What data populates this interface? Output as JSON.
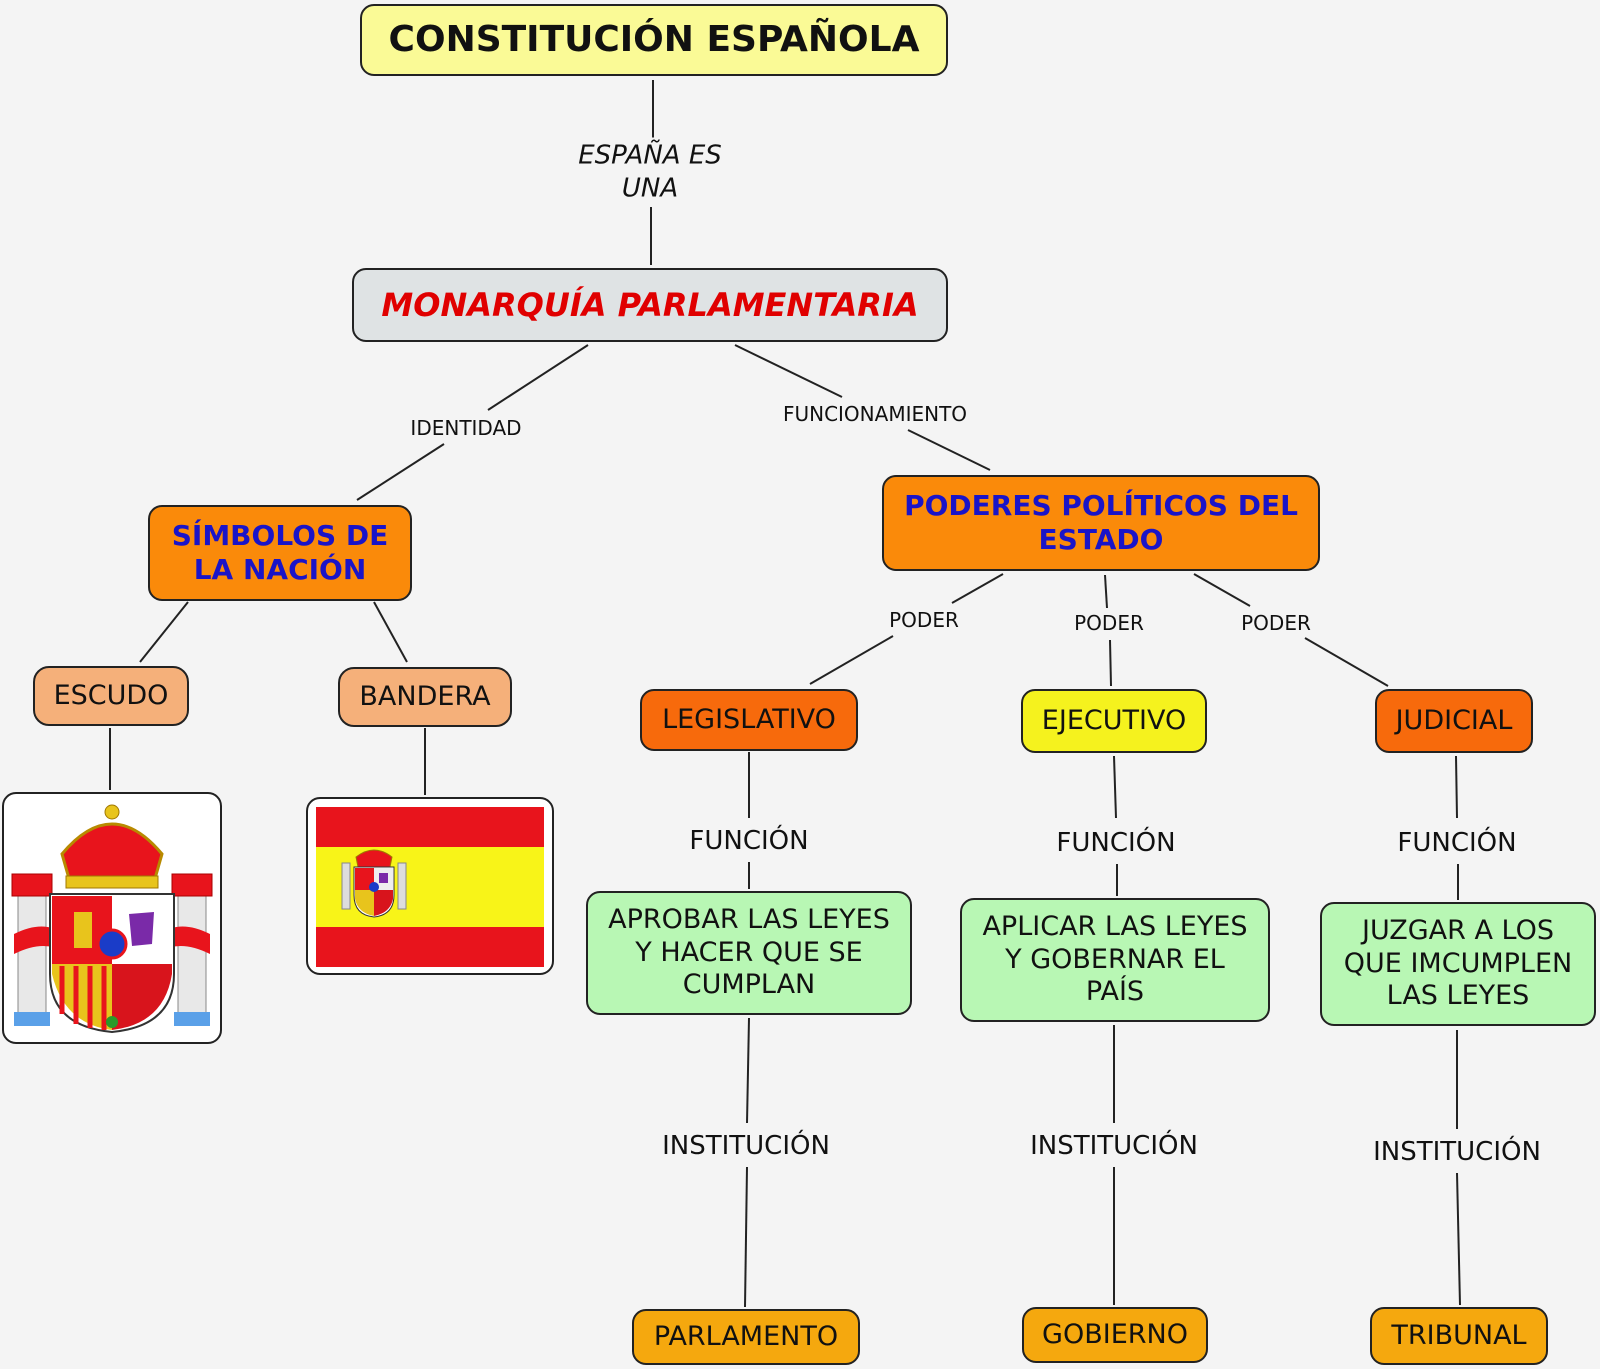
{
  "title": "CONSTITUCIÓN ESPAÑOLA",
  "link_top": "ESPAÑA ES\nUNA",
  "monarchy": "MONARQUÍA PARLAMENTARIA",
  "link_identity": "IDENTIDAD",
  "link_function": "FUNCIONAMIENTO",
  "symbols": "SÍMBOLOS DE\nLA NACIÓN",
  "powers": "PODERES POLÍTICOS DEL\nESTADO",
  "escudo": "ESCUDO",
  "bandera": "BANDERA",
  "link_poder": "PODER",
  "link_funcion": "FUNCIÓN",
  "link_institucion": "INSTITUCIÓN",
  "branches": [
    {
      "name": "LEGISLATIVO",
      "function": "APROBAR LAS LEYES\nY HACER QUE SE\nCUMPLAN",
      "institution": "PARLAMENTO"
    },
    {
      "name": "EJECUTIVO",
      "function": "APLICAR LAS LEYES\nY GOBERNAR EL\nPAÍS",
      "institution": "GOBIERNO"
    },
    {
      "name": "JUDICIAL",
      "function": "JUZGAR A LOS\nQUE IMCUMPLEN\nLAS LEYES",
      "institution": "TRIBUNAL"
    }
  ],
  "colors": {
    "title_fill": "#fafa96",
    "monarchy_fill": "#dfe3e4",
    "monarchy_text": "#e00000",
    "orange_fill": "#fa8a0a",
    "blue_text": "#1a14c8",
    "symbol_child_fill": "#f5b07a",
    "legis_fill": "#f76a0c",
    "ejec_fill": "#f5f21e",
    "judic_fill": "#f76a0c",
    "function_fill": "#b8f7b4",
    "institution_fill": "#f5a80e",
    "flag_red": "#e8141c",
    "flag_yellow": "#f8f418"
  }
}
